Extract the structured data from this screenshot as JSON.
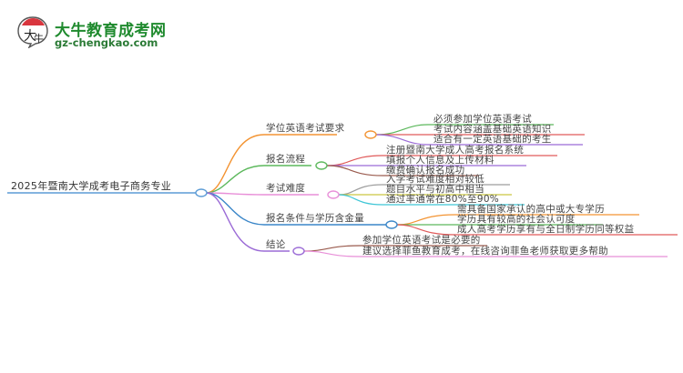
{
  "logo": {
    "title": "大牛教育成考网",
    "url": "gz-chengkao.com",
    "badge_glyph": "大牛",
    "colors": {
      "title": "#1f8a2e",
      "badge_red": "#d9363e"
    }
  },
  "mindmap": {
    "root": {
      "label": "2025年暨南大学成考电子商务专业",
      "color": "#5b9bd5"
    },
    "branches": [
      {
        "label": "学位英语考试要求",
        "color": "#f39433",
        "children": [
          {
            "label": "必须参加学位英语考试",
            "color": "#5cb85c"
          },
          {
            "label": "考试内容涵盖基础英语知识",
            "color": "#e05a5a"
          },
          {
            "label": "适合有一定英语基础的考生",
            "color": "#9b6bd6"
          }
        ]
      },
      {
        "label": "报名流程",
        "color": "#5cb85c",
        "children": [
          {
            "label": "注册暨南大学成人高考报名系统",
            "color": "#e05a5a"
          },
          {
            "label": "填报个人信息及上传材料",
            "color": "#9b6bd6"
          },
          {
            "label": "缴费确认报名成功",
            "color": "#9a5b4e"
          }
        ]
      },
      {
        "label": "考试难度",
        "color": "#e88fd8",
        "children": [
          {
            "label": "入学考试难度相对较低",
            "color": "#9e9e9e"
          },
          {
            "label": "题目水平与初高中相当",
            "color": "#c9c640"
          },
          {
            "label": "通过率通常在80%至90%",
            "color": "#3fc6d6"
          }
        ]
      },
      {
        "label": "报名条件与学历含金量",
        "color": "#3a86c8",
        "children": [
          {
            "label": "需具备国家承认的高中或大专学历",
            "color": "#f39433"
          },
          {
            "label": "学历具有较高的社会认可度",
            "color": "#5cb85c"
          },
          {
            "label": "成人高考学历享有与全日制学历同等权益",
            "color": "#e05a5a"
          }
        ]
      },
      {
        "label": "结论",
        "color": "#9b6bd6",
        "children": [
          {
            "label": "参加学位英语考试是必要的",
            "color": "#9a5b4e"
          },
          {
            "label": "建议选择菲鱼教育成考，在线咨询菲鱼老师获取更多帮助",
            "color": "#e88fd8"
          }
        ]
      }
    ]
  }
}
